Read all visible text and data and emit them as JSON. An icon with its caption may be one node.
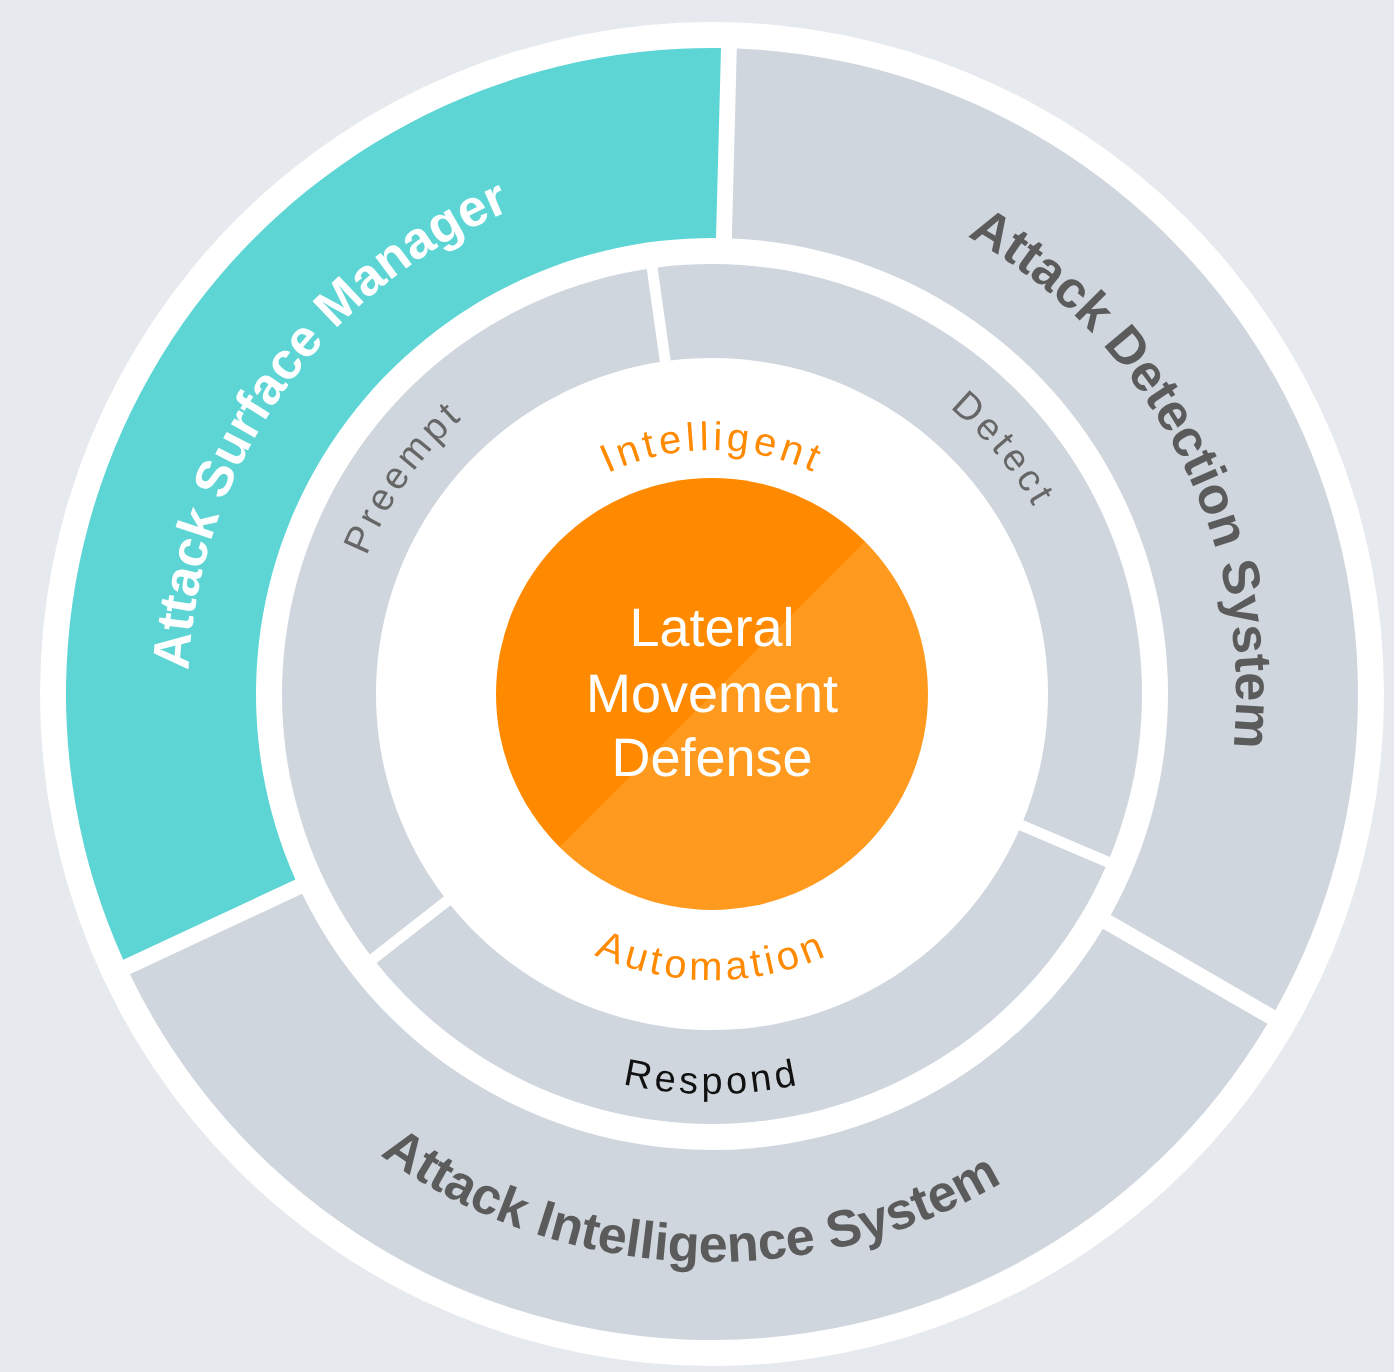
{
  "diagram": {
    "nodes": [
      {
        "text": [
          "Attack Surface Manager"
        ]
      },
      {
        "text": [
          "Attack Detection System"
        ]
      },
      {
        "text": [
          "Preempt"
        ]
      },
      {
        "text": [
          "Detect"
        ]
      },
      {
        "text": [
          "Lateral Movement Defense"
        ]
      },
      {
        "text": [
          "Respond"
        ]
      },
      {
        "text": [
          "Attack Intelligence System"
        ]
      }
    ],
    "labels": [
      "Intelligent",
      "Automation"
    ]
  }
}
